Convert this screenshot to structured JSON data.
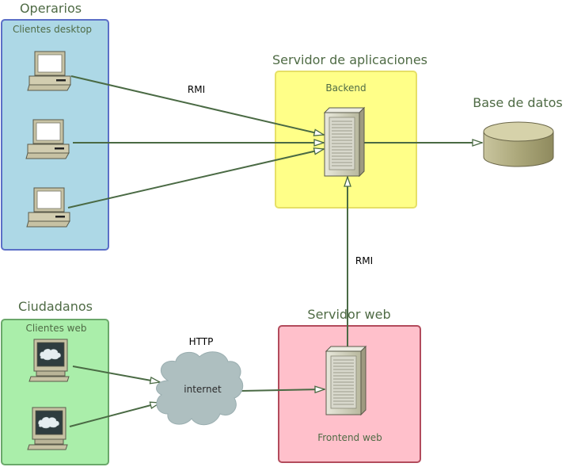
{
  "groups": {
    "operarios": {
      "title": "Operarios",
      "subtitle": "Clientes desktop"
    },
    "ciudadanos": {
      "title": "Ciudadanos",
      "subtitle": "Clientes web"
    },
    "app_server": {
      "title": "Servidor de aplicaciones",
      "subtitle": "Backend"
    },
    "web_server": {
      "title": "Servidor web",
      "subtitle": "Frontend web"
    },
    "database": {
      "title": "Base de datos"
    }
  },
  "network": {
    "cloud_label": "internet"
  },
  "links": {
    "rmi_desktop": "RMI",
    "rmi_web": "RMI",
    "http": "HTTP"
  },
  "colors": {
    "operarios_fill": "#add8e6",
    "operarios_border": "#5b6fc7",
    "ciudadanos_fill": "#aaeeaa",
    "ciudadanos_border": "#6aa86a",
    "app_fill": "#ffff88",
    "app_border": "#e6e066",
    "web_fill": "#ffc0cb",
    "web_border": "#b24b5c",
    "title_text": "#4f6b45",
    "arrow": "#4a6a44"
  }
}
